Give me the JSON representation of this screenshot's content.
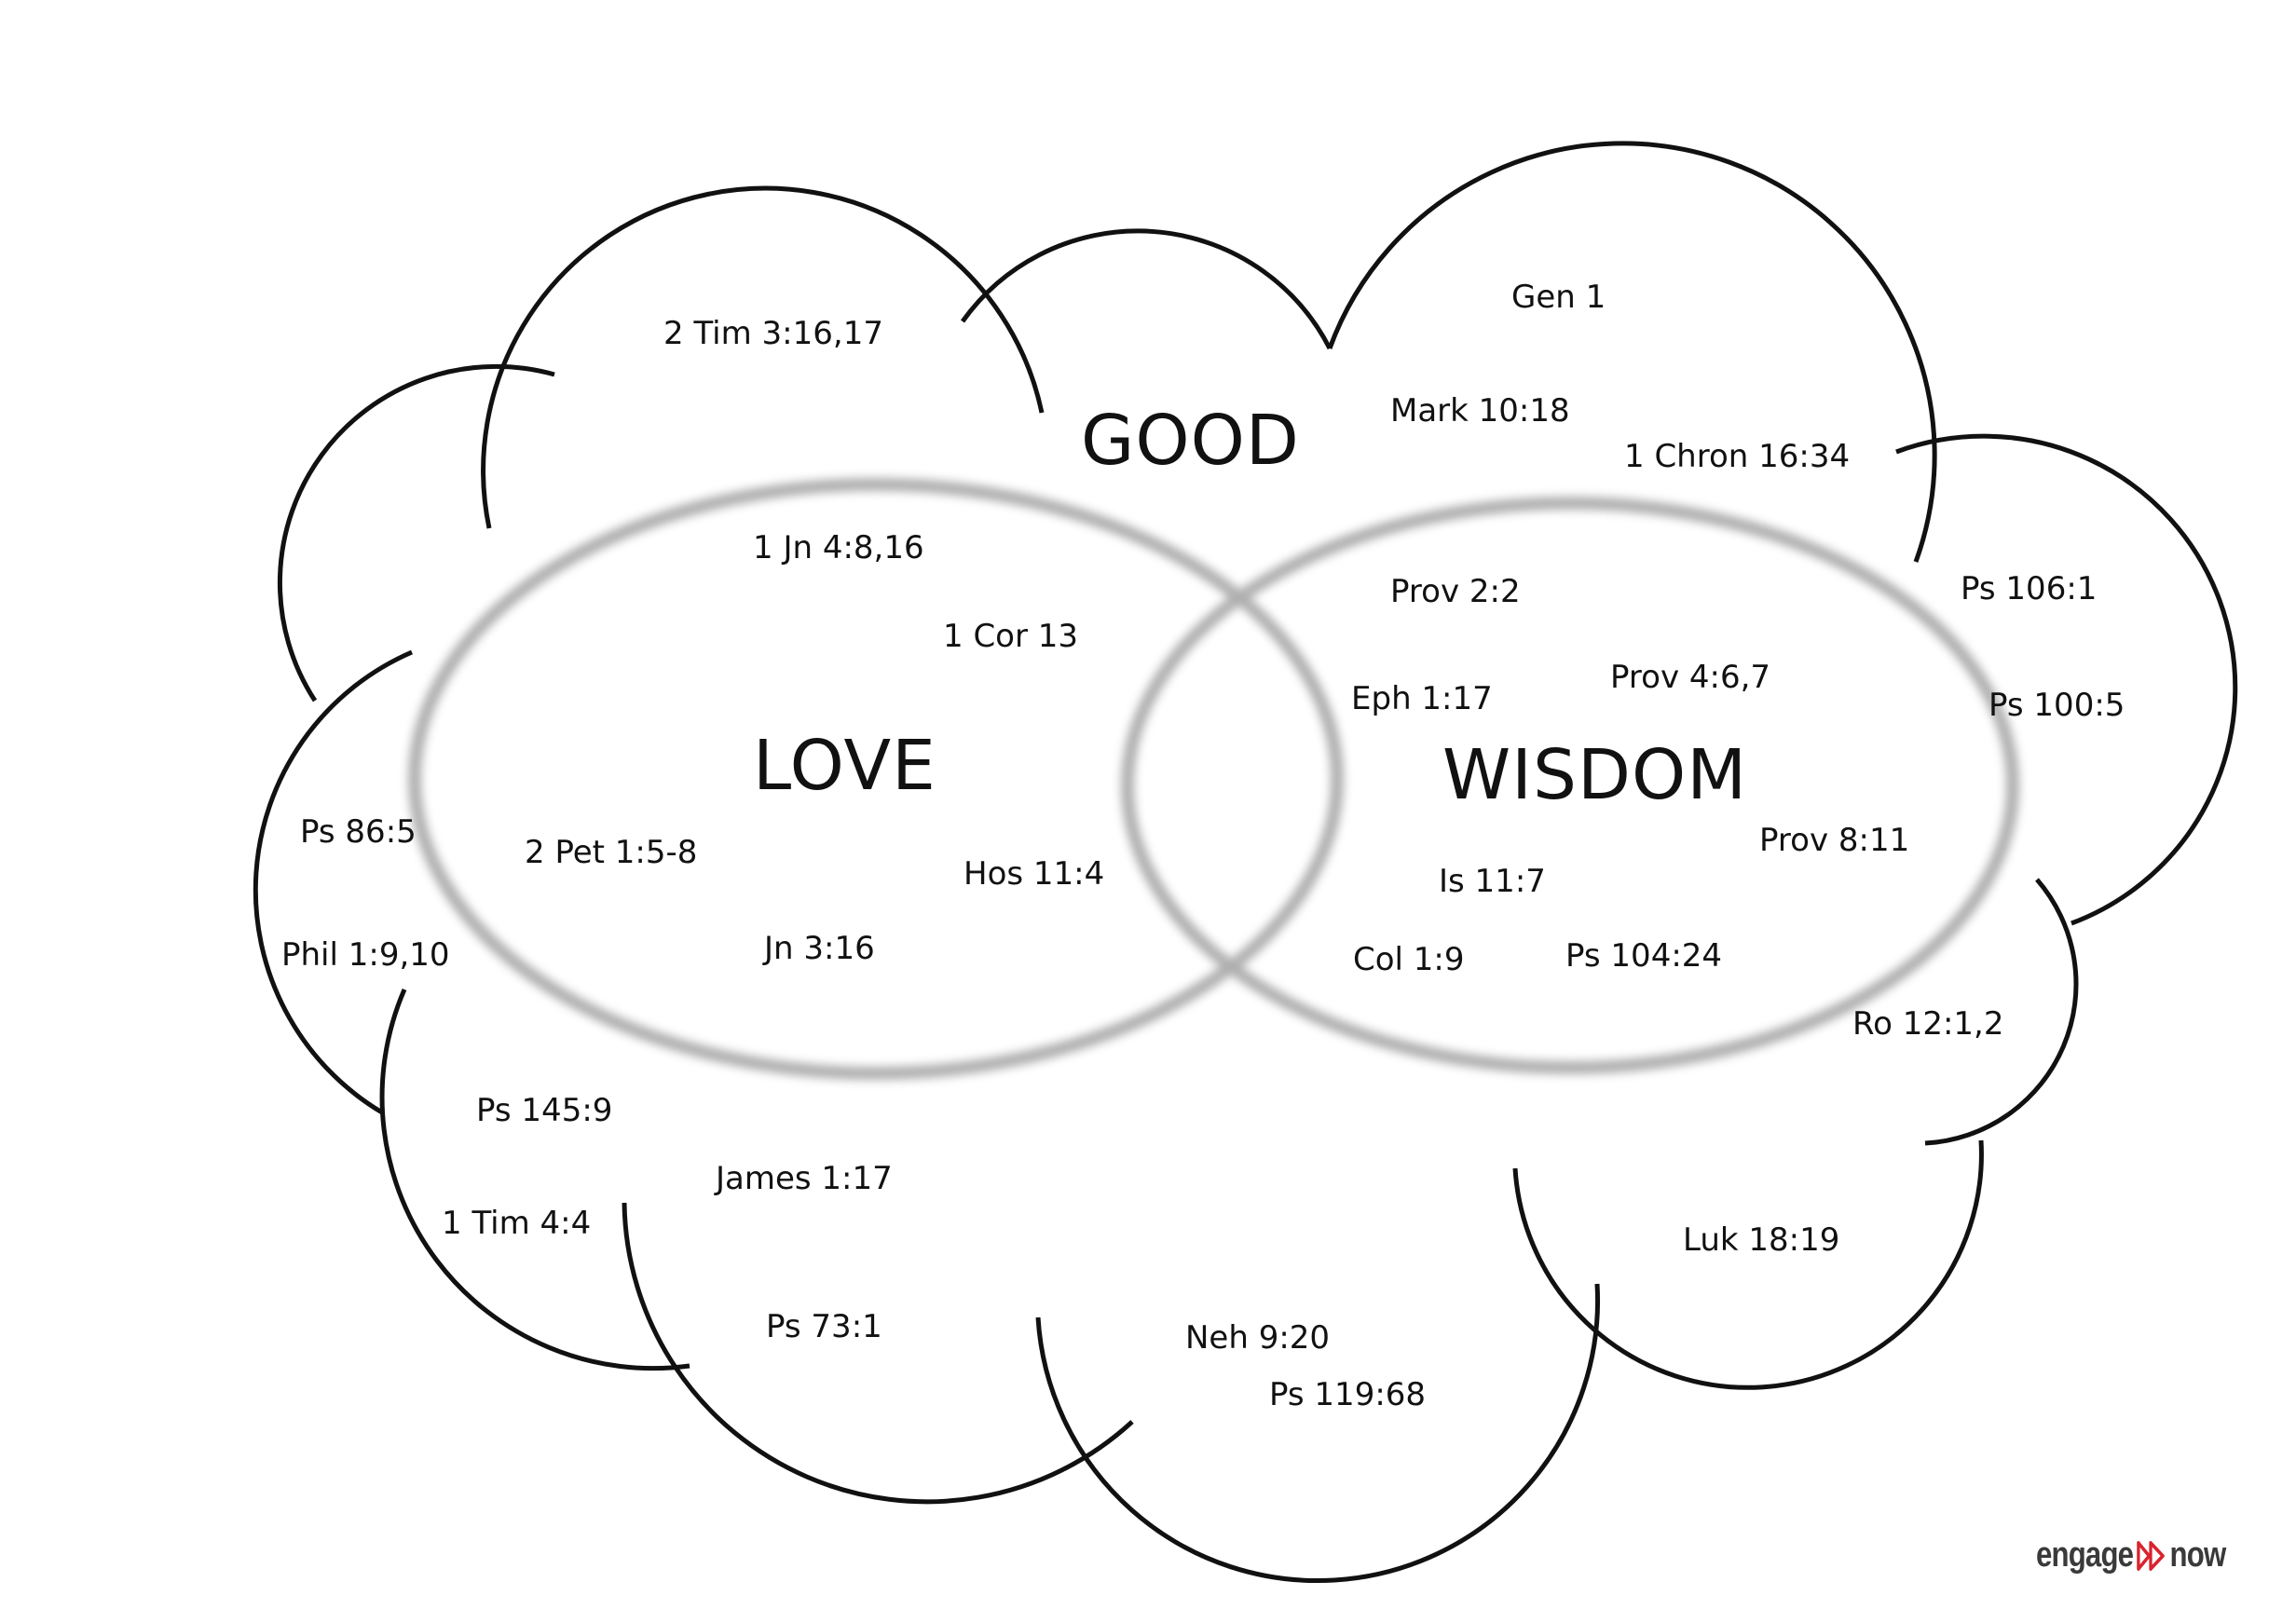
{
  "diagram": {
    "sets": {
      "good": "GOOD",
      "love": "LOVE",
      "wisdom": "WISDOM"
    },
    "good_refs": {
      "tim_2": "2 Tim 3:16,17",
      "gen": "Gen 1",
      "mark": "Mark 10:18",
      "chron": "1 Chron 16:34",
      "ps106": "Ps 106:1",
      "ps100": "Ps 100:5",
      "ps86": "Ps 86:5",
      "phil": "Phil 1:9,10",
      "ro": "Ro 12:1,2",
      "ps145": "Ps 145:9",
      "james": "James 1:17",
      "tim_1": "1 Tim 4:4",
      "luk": "Luk 18:19",
      "ps73": "Ps 73:1",
      "neh": "Neh 9:20",
      "ps119": "Ps 119:68"
    },
    "love_refs": {
      "jn1": "1 Jn 4:8,16",
      "cor": "1 Cor 13",
      "pet": "2 Pet 1:5-8",
      "hos": "Hos 11:4",
      "jn3": "Jn 3:16"
    },
    "wisdom_refs": {
      "prov2": "Prov 2:2",
      "prov4": "Prov 4:6,7",
      "eph": "Eph 1:17",
      "prov8": "Prov 8:11",
      "is": "Is 11:7",
      "col": "Col 1:9",
      "ps104": "Ps 104:24"
    }
  },
  "brand": {
    "left": "engage",
    "right": "now",
    "accent": "#d9232d"
  }
}
